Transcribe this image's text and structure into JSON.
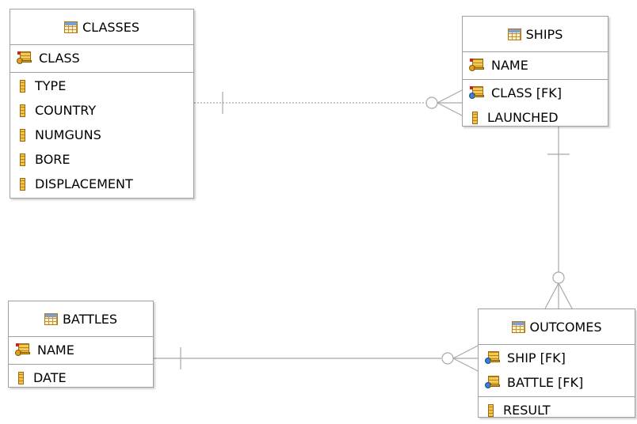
{
  "entities": {
    "classes": {
      "name": "CLASSES",
      "key_columns": [
        {
          "label": "CLASS",
          "icon": "primary-key-icon"
        }
      ],
      "columns": [
        {
          "label": "TYPE",
          "icon": "column-icon"
        },
        {
          "label": "COUNTRY",
          "icon": "column-icon"
        },
        {
          "label": "NUMGUNS",
          "icon": "column-icon"
        },
        {
          "label": "BORE",
          "icon": "column-icon"
        },
        {
          "label": "DISPLACEMENT",
          "icon": "column-icon"
        }
      ]
    },
    "ships": {
      "name": "SHIPS",
      "key_columns": [
        {
          "label": "NAME",
          "icon": "primary-key-icon"
        }
      ],
      "columns": [
        {
          "label": "CLASS [FK]",
          "icon": "foreign-key-icon"
        },
        {
          "label": "LAUNCHED",
          "icon": "column-icon"
        }
      ]
    },
    "battles": {
      "name": "BATTLES",
      "key_columns": [
        {
          "label": "NAME",
          "icon": "primary-key-icon"
        }
      ],
      "columns": [
        {
          "label": "DATE",
          "icon": "column-icon"
        }
      ]
    },
    "outcomes": {
      "name": "OUTCOMES",
      "key_columns": [
        {
          "label": "SHIP [FK]",
          "icon": "primary-foreign-key-icon"
        },
        {
          "label": "BATTLE [FK]",
          "icon": "primary-foreign-key-icon"
        }
      ],
      "columns": [
        {
          "label": "RESULT",
          "icon": "column-icon"
        }
      ]
    }
  },
  "relationships": [
    {
      "from": "CLASSES",
      "to": "SHIPS",
      "from_cardinality": "one",
      "to_cardinality": "zero-or-many",
      "style": "dashed"
    },
    {
      "from": "SHIPS",
      "to": "OUTCOMES",
      "from_cardinality": "one",
      "to_cardinality": "zero-or-many",
      "style": "solid"
    },
    {
      "from": "BATTLES",
      "to": "OUTCOMES",
      "from_cardinality": "one",
      "to_cardinality": "zero-or-many",
      "style": "solid"
    }
  ],
  "colors": {
    "border": "#a0a0a0",
    "connector": "#a8a8a8",
    "background": "#ffffff"
  }
}
